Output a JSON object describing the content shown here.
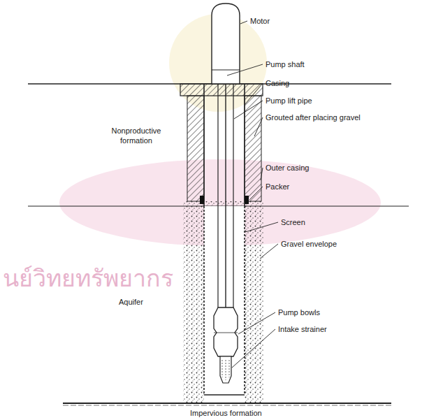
{
  "diagram": {
    "labels": [
      "Motor",
      "Pump shaft",
      "Casing",
      "Pump lift pipe",
      "Grouted after placing gravel",
      "Nonproductive formation",
      "Outer casing",
      "Packer",
      "Screen",
      "Gravel envelope",
      "Aquifer",
      "Pump bowls",
      "Intake strainer",
      "Impervious formation",
      "นย์วิทยทรัพยากร"
    ]
  }
}
